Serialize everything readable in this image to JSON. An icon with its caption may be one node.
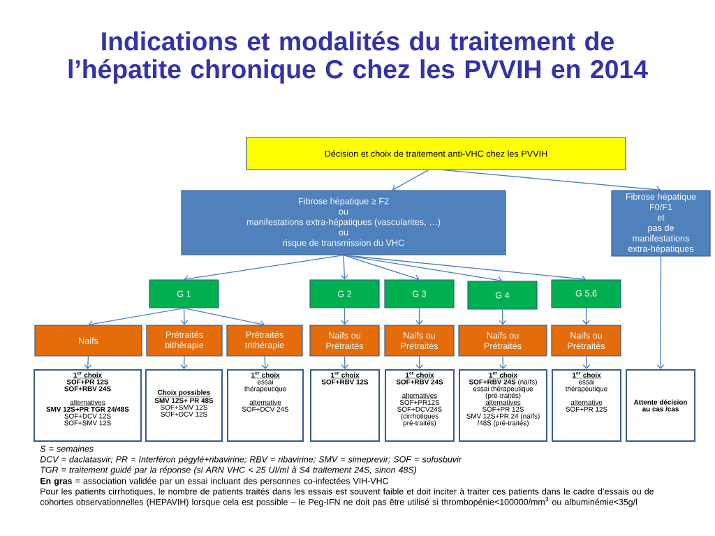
{
  "diagram": {
    "title": "Indications et modalités du traitement de l’hépatite chronique C chez les PVVIH en 2014",
    "nodes": [
      {
        "text": [
          "Décision et choix de traitement anti-VHC chez les PVVIH"
        ]
      },
      {
        "text": [
          "Fibrose hépatique ≥ F2",
          "ou",
          "manifestations extra-hépatiques (vascularites, …)",
          "ou",
          "risque de transmission du VHC"
        ]
      },
      {
        "text": [
          "Fibrose hépatique F0/F1",
          "et",
          "pas de manifestations extra-hépatiques"
        ]
      },
      {
        "text": [
          "G 1"
        ]
      },
      {
        "text": [
          "G 2"
        ]
      },
      {
        "text": [
          "G 3"
        ]
      },
      {
        "text": [
          "G 4"
        ]
      },
      {
        "text": [
          "G 5,6"
        ]
      },
      {
        "text": [
          "Naifs"
        ]
      },
      {
        "text": [
          "Prétraités bithérapie"
        ]
      },
      {
        "text": [
          "Prétraités trithérapie"
        ]
      },
      {
        "text": [
          "Naifs ou Prétraités"
        ]
      },
      {
        "text": [
          "Naifs ou Prétraités"
        ]
      },
      {
        "text": [
          "Naifs ou Prétraités"
        ]
      },
      {
        "text": [
          "Naifs ou Prétraités"
        ]
      },
      {
        "text": [
          "\\text{1}^{\\text{er}}\\ \\text{choix}",
          "SOF+PR 12S",
          "SOF+RBV 24S",
          "alternatives",
          "SMV 12S+PR TGR 24/48S",
          "SOF+DCV 12S",
          "SOF+SMV 12S"
        ]
      },
      {
        "text": [
          "Choix possibles",
          "SMV 12S+ PR 48S",
          "SOF+SMV 12S",
          "SOF+DCV 12S"
        ]
      },
      {
        "text": [
          "\\text{1}^{\\text{er}}\\ \\text{choix}",
          "essai thérapeutique",
          "alternative",
          "SOF+DCV 24S"
        ]
      },
      {
        "text": [
          "\\text{1}^{\\text{er}}\\ \\text{choix}",
          "SOF+RBV 12S"
        ]
      },
      {
        "text": [
          "\\text{1}^{\\text{er}}\\ \\text{choix}",
          "SOF+RBV 24S",
          "alternatives",
          "SOF+PR12S",
          "SOF+DCV24S",
          "(cirrhotiques pré-traités)"
        ]
      },
      {
        "text": [
          "\\text{1}^{\\text{er}}\\ \\text{choix}",
          "**SOF+RBV 24S** (naïfs)",
          "essai thérapeutique (pré-traités)",
          "alternatives",
          "SOF+PR 12S",
          "SMV 12S+PR 24 (naïfs) /48S (pré-traités)"
        ]
      },
      {
        "text": [
          "\\text{1}^{\\text{er}}\\ \\text{choix}",
          "essai thérapeutique",
          "alternative",
          "SOF+PR 12S"
        ]
      },
      {
        "text": [
          "Attente décision au cas /cas"
        ]
      }
    ],
    "edges": [
      {
        "from": 0,
        "to": 1,
        "arrow": "to"
      },
      {
        "from": 0,
        "to": 2,
        "arrow": "to"
      },
      {
        "from": 1,
        "to": 3,
        "arrow": "to"
      },
      {
        "from": 1,
        "to": 4,
        "arrow": "to"
      },
      {
        "from": 1,
        "to": 5,
        "arrow": "to"
      },
      {
        "from": 1,
        "to": 6,
        "arrow": "to"
      },
      {
        "from": 1,
        "to": 7,
        "arrow": "to"
      },
      {
        "from": 3,
        "to": 8,
        "arrow": "to"
      },
      {
        "from": 3,
        "to": 9,
        "arrow": "to"
      },
      {
        "from": 3,
        "to": 10,
        "arrow": "to"
      },
      {
        "from": 4,
        "to": 11,
        "arrow": "to"
      },
      {
        "from": 5,
        "to": 12,
        "arrow": "to"
      },
      {
        "from": 6,
        "to": 13,
        "arrow": "to"
      },
      {
        "from": 7,
        "to": 14,
        "arrow": "to"
      },
      {
        "from": 8,
        "to": 15,
        "arrow": "to"
      },
      {
        "from": 9,
        "to": 16,
        "arrow": "to"
      },
      {
        "from": 10,
        "to": 17,
        "arrow": "to"
      },
      {
        "from": 11,
        "to": 18,
        "arrow": "to"
      },
      {
        "from": 12,
        "to": 19,
        "arrow": "to"
      },
      {
        "from": 13,
        "to": 20,
        "arrow": "to"
      },
      {
        "from": 14,
        "to": 21,
        "arrow": "to"
      },
      {
        "from": 2,
        "to": 22,
        "arrow": "to"
      }
    ],
    "labels": [
      "S = semaines",
      "DCV = daclatasvir; PR = Interféron pégylé+ribavirine; RBV = ribavirine; SMV = simeprevir; SOF = sofosbuvir",
      "TGR = traitement guidé par la réponse (si ARN VHC < 25 UI/ml à S4 traitement 24S, sinon 48S)",
      "**En gras** = association validée par un essai incluant des personnes co-infectées VIH-VHC",
      "Pour les patients cirrhotiques, le nombre de patients traités dans les essais est souvent faible et doit inciter à traiter ces patients dans le cadre d’essais ou de cohortes observationnelles (HEPAVIH) lorsque cela est possible – le Peg-IFN ne doit pas être utilisé si thrombopénie<100000/mm$^{3}$ ou albuminémie<35g/l"
    ]
  }
}
